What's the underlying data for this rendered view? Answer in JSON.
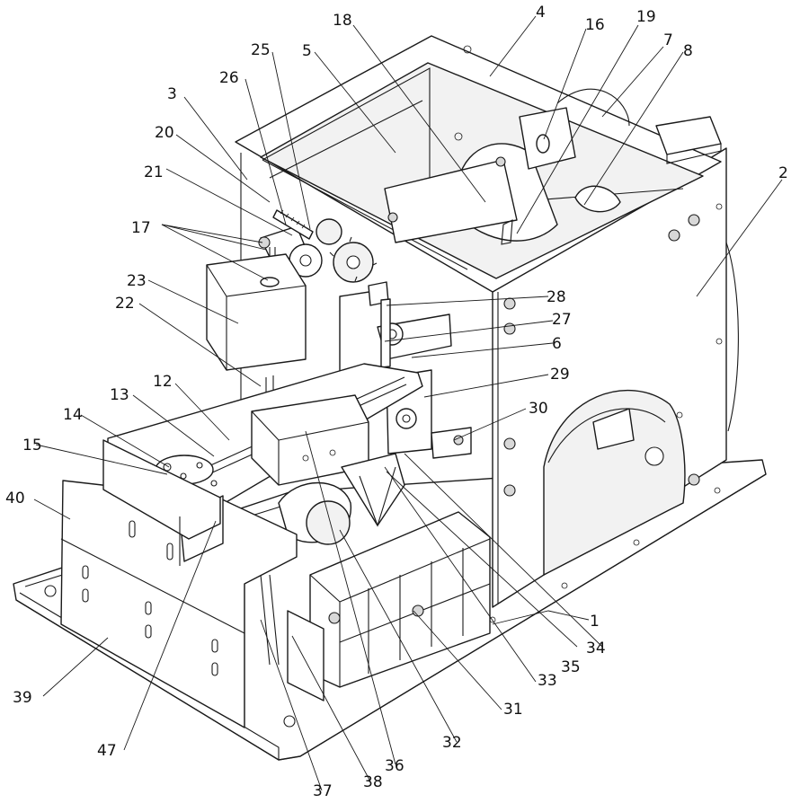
{
  "callouts": [
    {
      "id": "1",
      "text": "1"
    },
    {
      "id": "2",
      "text": "2"
    },
    {
      "id": "3",
      "text": "3"
    },
    {
      "id": "4",
      "text": "4"
    },
    {
      "id": "5",
      "text": "5"
    },
    {
      "id": "6",
      "text": "6"
    },
    {
      "id": "7",
      "text": "7"
    },
    {
      "id": "8",
      "text": "8"
    },
    {
      "id": "12",
      "text": "12"
    },
    {
      "id": "13",
      "text": "13"
    },
    {
      "id": "14",
      "text": "14"
    },
    {
      "id": "15",
      "text": "15"
    },
    {
      "id": "16",
      "text": "16"
    },
    {
      "id": "17",
      "text": "17"
    },
    {
      "id": "18",
      "text": "18"
    },
    {
      "id": "19",
      "text": "19"
    },
    {
      "id": "20",
      "text": "20"
    },
    {
      "id": "21",
      "text": "21"
    },
    {
      "id": "22",
      "text": "22"
    },
    {
      "id": "23",
      "text": "23"
    },
    {
      "id": "25",
      "text": "25"
    },
    {
      "id": "26",
      "text": "26"
    },
    {
      "id": "27",
      "text": "27"
    },
    {
      "id": "28",
      "text": "28"
    },
    {
      "id": "29",
      "text": "29"
    },
    {
      "id": "30",
      "text": "30"
    },
    {
      "id": "31",
      "text": "31"
    },
    {
      "id": "32",
      "text": "32"
    },
    {
      "id": "33",
      "text": "33"
    },
    {
      "id": "34",
      "text": "34"
    },
    {
      "id": "35",
      "text": "35"
    },
    {
      "id": "36",
      "text": "36"
    },
    {
      "id": "37",
      "text": "37"
    },
    {
      "id": "38",
      "text": "38"
    },
    {
      "id": "39",
      "text": "39"
    },
    {
      "id": "40",
      "text": "40"
    },
    {
      "id": "47",
      "text": "47"
    }
  ]
}
